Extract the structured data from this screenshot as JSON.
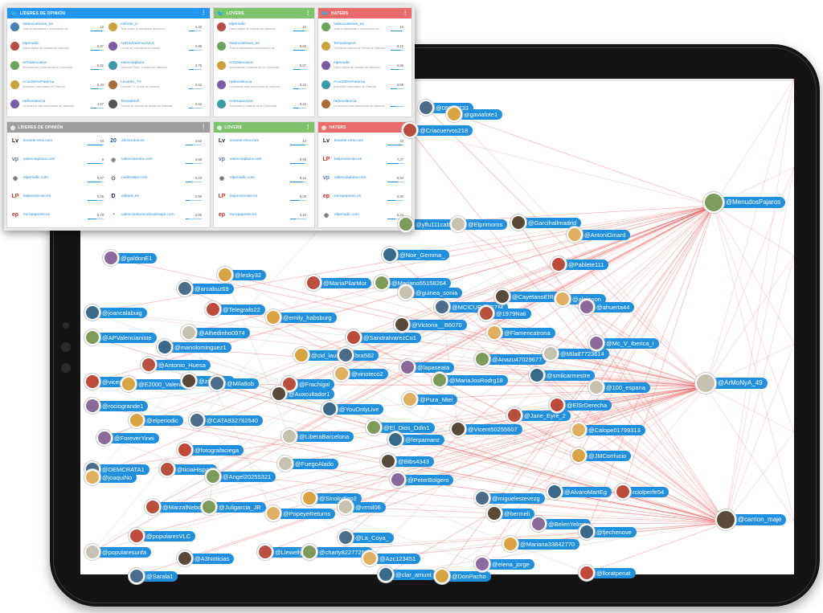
{
  "top_panels": [
    {
      "title": "LÍDERES DE OPINIÓN",
      "color": "#2196f3",
      "columns": [
        [
          {
            "name": "ValenciaNews_es",
            "desc": "Toda la actualidad e información de...",
            "value": "10",
            "fill": 0.9
          },
          {
            "name": "elperiodic",
            "desc": "Diario digital de noticias de Valencia",
            "value": "6,97",
            "fill": 0.7
          },
          {
            "name": "ArtValenciana",
            "desc": "Informativos y noticias de la Comunitat",
            "value": "6,02",
            "fill": 0.6
          },
          {
            "name": "AcordsPerPaterna",
            "desc": "Actualitat i informacio de Paterna",
            "value": "5,34",
            "fill": 0.55
          },
          {
            "name": "radiovalencia",
            "desc": "La emisora mas escuchada de Valencia",
            "value": "4,57",
            "fill": 0.45
          }
        ],
        [
          {
            "name": "mitrioto_it",
            "desc": "Todo sobre la actualidad deportiva",
            "value": "4,40",
            "fill": 0.45
          },
          {
            "name": "ArtRedValenciaVLC",
            "desc": "La red de noticias de la ciudad",
            "value": "3,99",
            "fill": 0.4
          },
          {
            "name": "valenciaplaza",
            "desc": "Valencia Plaza, el diario de Valencia",
            "value": "3,75",
            "fill": 0.38
          },
          {
            "name": "Levante_TV",
            "desc": "Levante TV, la tele de Levante",
            "value": "2,62",
            "fill": 0.27
          },
          {
            "name": "Temadetoll",
            "desc": "Tweets de opinion de temas de Valencia",
            "value": "2,62",
            "fill": 0.27
          }
        ]
      ]
    },
    {
      "title": "LOVERS",
      "color": "#7dc36b",
      "columns": [
        [
          {
            "name": "elperiodic",
            "desc": "Diario digital de noticias de Valencia",
            "value": "10",
            "fill": 0.9
          },
          {
            "name": "ValenciaNews_es",
            "desc": "Toda la actualidad e informacion de...",
            "value": "9,66",
            "fill": 0.85
          },
          {
            "name": "ArtValenciana",
            "desc": "Informativos y noticias de la Comunitat",
            "value": "5,67",
            "fill": 0.55
          },
          {
            "name": "radiovalencia",
            "desc": "La emisora mas escuchada de Valencia",
            "value": "3,42",
            "fill": 0.35
          },
          {
            "name": "AntenaavaVal",
            "desc": "Actualidad y noticias de la Comunitat",
            "value": "3,42",
            "fill": 0.35
          }
        ]
      ]
    },
    {
      "title": "HATERS",
      "color": "#e96b6b",
      "columns": [
        [
          {
            "name": "ValenciaNews_es",
            "desc": "Toda la actualidad e informacion de...",
            "value": "10",
            "fill": 0.9
          },
          {
            "name": "Temadesport",
            "desc": "Tweets de opinion de temas de Valencia",
            "value": "8,15",
            "fill": 0.78
          },
          {
            "name": "elperiodic",
            "desc": "Diario digital de noticias de Valencia",
            "value": "6,56",
            "fill": 0.62
          },
          {
            "name": "AcordsPerPaterna",
            "desc": "Actualitat i informacio de Paterna",
            "value": "5,56",
            "fill": 0.52
          },
          {
            "name": "radiovalencia",
            "desc": "La emisora mas escuchada de Valencia",
            "value": "",
            "fill": 0.4
          }
        ]
      ]
    }
  ],
  "bottom_panels": [
    {
      "title": "LÍDERES DE OPINIÓN",
      "color": "#9e9e9e",
      "columns": [
        [
          {
            "logo": "Lv",
            "logo_color": "#222222",
            "name": "levante-emv.com",
            "value": "10",
            "fill": 0.9
          },
          {
            "logo": "vp",
            "logo_color": "#5b7ea6",
            "name": "valenciaplaza.com",
            "value": "9",
            "fill": 0.82
          },
          {
            "logo": "◉",
            "logo_color": "#6d6d6d",
            "name": "elperiodic.com",
            "value": "8,67",
            "fill": 0.78
          },
          {
            "logo": "LP",
            "logo_color": "#d8322a",
            "name": "lasprovincias.es",
            "value": "6,46",
            "fill": 0.6
          },
          {
            "logo": "ep",
            "logo_color": "#c0272d",
            "name": "europapress.es",
            "value": "5,78",
            "fill": 0.55
          }
        ],
        [
          {
            "logo": "20",
            "logo_color": "#1a5a96",
            "name": "20minutos.es",
            "value": "4,63",
            "fill": 0.45
          },
          {
            "logo": "◉",
            "logo_color": "#7a7a7a",
            "name": "valenciaextra.com",
            "value": "4,58",
            "fill": 0.45
          },
          {
            "logo": "⊙",
            "logo_color": "#444444",
            "name": "cadenaser.com",
            "value": "3,63",
            "fill": 0.36
          },
          {
            "logo": "D",
            "logo_color": "#1e2e4c",
            "name": "eldiario.es",
            "value": "2,56",
            "fill": 0.26
          },
          {
            "logo": "◔",
            "logo_color": "#d8322a",
            "name": "valenciaelperiodicodeaqui.com",
            "value": "2,06",
            "fill": 0.2
          }
        ]
      ]
    },
    {
      "title": "LOVERS",
      "color": "#7dc36b",
      "columns": [
        [
          {
            "logo": "Lv",
            "logo_color": "#222222",
            "name": "levante-emv.com",
            "value": "10",
            "fill": 0.9
          },
          {
            "logo": "vp",
            "logo_color": "#5b7ea6",
            "name": "valenciaplaza.com",
            "value": "9,55",
            "fill": 0.86
          },
          {
            "logo": "◉",
            "logo_color": "#6d6d6d",
            "name": "elperiodic.com",
            "value": "9,15",
            "fill": 0.82
          },
          {
            "logo": "LP",
            "logo_color": "#d8322a",
            "name": "lasprovincias.es",
            "value": "6,29",
            "fill": 0.6
          },
          {
            "logo": "ep",
            "logo_color": "#c0272d",
            "name": "europapress.es",
            "value": "3,42",
            "fill": 0.34
          }
        ]
      ]
    },
    {
      "title": "HATERS",
      "color": "#e96b6b",
      "columns": [
        [
          {
            "logo": "Lv",
            "logo_color": "#222222",
            "name": "levante-emv.com",
            "value": "10",
            "fill": 0.9
          },
          {
            "logo": "LP",
            "logo_color": "#d8322a",
            "name": "lasprovincias.es",
            "value": "7,27",
            "fill": 0.68
          },
          {
            "logo": "vp",
            "logo_color": "#5b7ea6",
            "name": "valenciaplaza.com",
            "value": "6,94",
            "fill": 0.64
          },
          {
            "logo": "ep",
            "logo_color": "#c0272d",
            "name": "europapress.es",
            "value": "5,60",
            "fill": 0.52
          },
          {
            "logo": "◉",
            "logo_color": "#6d6d6d",
            "name": "elperiodic.com",
            "value": "5,23",
            "fill": 0.48
          }
        ]
      ]
    }
  ],
  "graph": {
    "hubs": [
      "@MenudosPajaros",
      "@ArMoNyA_49",
      "@carrion_maje"
    ],
    "nodes": [
      "@gaviafote1",
      "@09825733",
      "@Criacuervos218",
      "@ylfu111cab",
      "@Elprimoros",
      "@Garcihallmadrid",
      "@AntoniGinard",
      "@galdonE1",
      "@Noir_Gemma_",
      "@Pablete111",
      "@lesky32",
      "@arcabuz69",
      "@MariaPilarMor",
      "@Mariano55158264",
      "@guinea_sonia",
      "@CayetanoElRey",
      "@alejonon",
      "@ahuerta44",
      "@joancalabuig",
      "@Telegrafo22",
      "@emily_habsburg",
      "@MCICUENDEZM",
      "@1979Nati",
      "@APValencianiste",
      "@Alhedinho0974",
      "@Victoria__B6070",
      "@Flamencatrona",
      "@Mc_V_Iberica_I",
      "@manolominguez1",
      "@SandraIvarezCo1",
      "@cid_lauri",
      "bra582",
      "@Antonio_Huesa",
      "@Anazu47029677",
      "@Mila87723614",
      "@ziolotayta",
      "@vinoteco2",
      "@lapaseata",
      "@smilcarmestre",
      "@vicextra",
      "@E2000_Valencia",
      "@Mila8ob",
      "@Frachigal",
      "@MariaJosRodrg18",
      "@100_espana",
      "@Auxcultador1",
      "@Pura_Miel",
      "@rociogrande1",
      "@YouOnlyLive",
      "@ElSrDerecha",
      "@elperiodic",
      "@CATA932782540",
      "@Jane_Eyre_2",
      "@El_Dios_Odin1",
      "@LiberaBarcelona",
      "@Vicent50255607",
      "@Calope01799313",
      "@ForeverYinei",
      "@ferpamanz",
      "@fotografaciega",
      "@JMConfucio",
      "@DEMCRATA1",
      "@ticiaHispan",
      "@Angel20255321",
      "@FuegoAlado",
      "@Bibs4343",
      "@joaquiNo",
      "@PeterBolgero",
      "@AlvaroMartEg",
      "rciolperfe54",
      "@Sinolodigo2",
      "@miguelestevezg",
      "@MarzalNebot",
      "@Juligarcia_JR",
      "@vrmil06",
      "@bermeli",
      "@PopeyeReturns",
      "@BelenYelmo",
      "@fjechenove",
      "@popularesVLC",
      "@Mariana33842770",
      "@La_Coya_",
      "@Llewelly",
      "@charly82277291",
      "@popularesunfa",
      "@A3Noticias",
      "@Azc123451",
      "@elena_jorge",
      "@clar_amunt",
      "@lloratpenat",
      "@DonPacho",
      "@Sarala1"
    ]
  }
}
